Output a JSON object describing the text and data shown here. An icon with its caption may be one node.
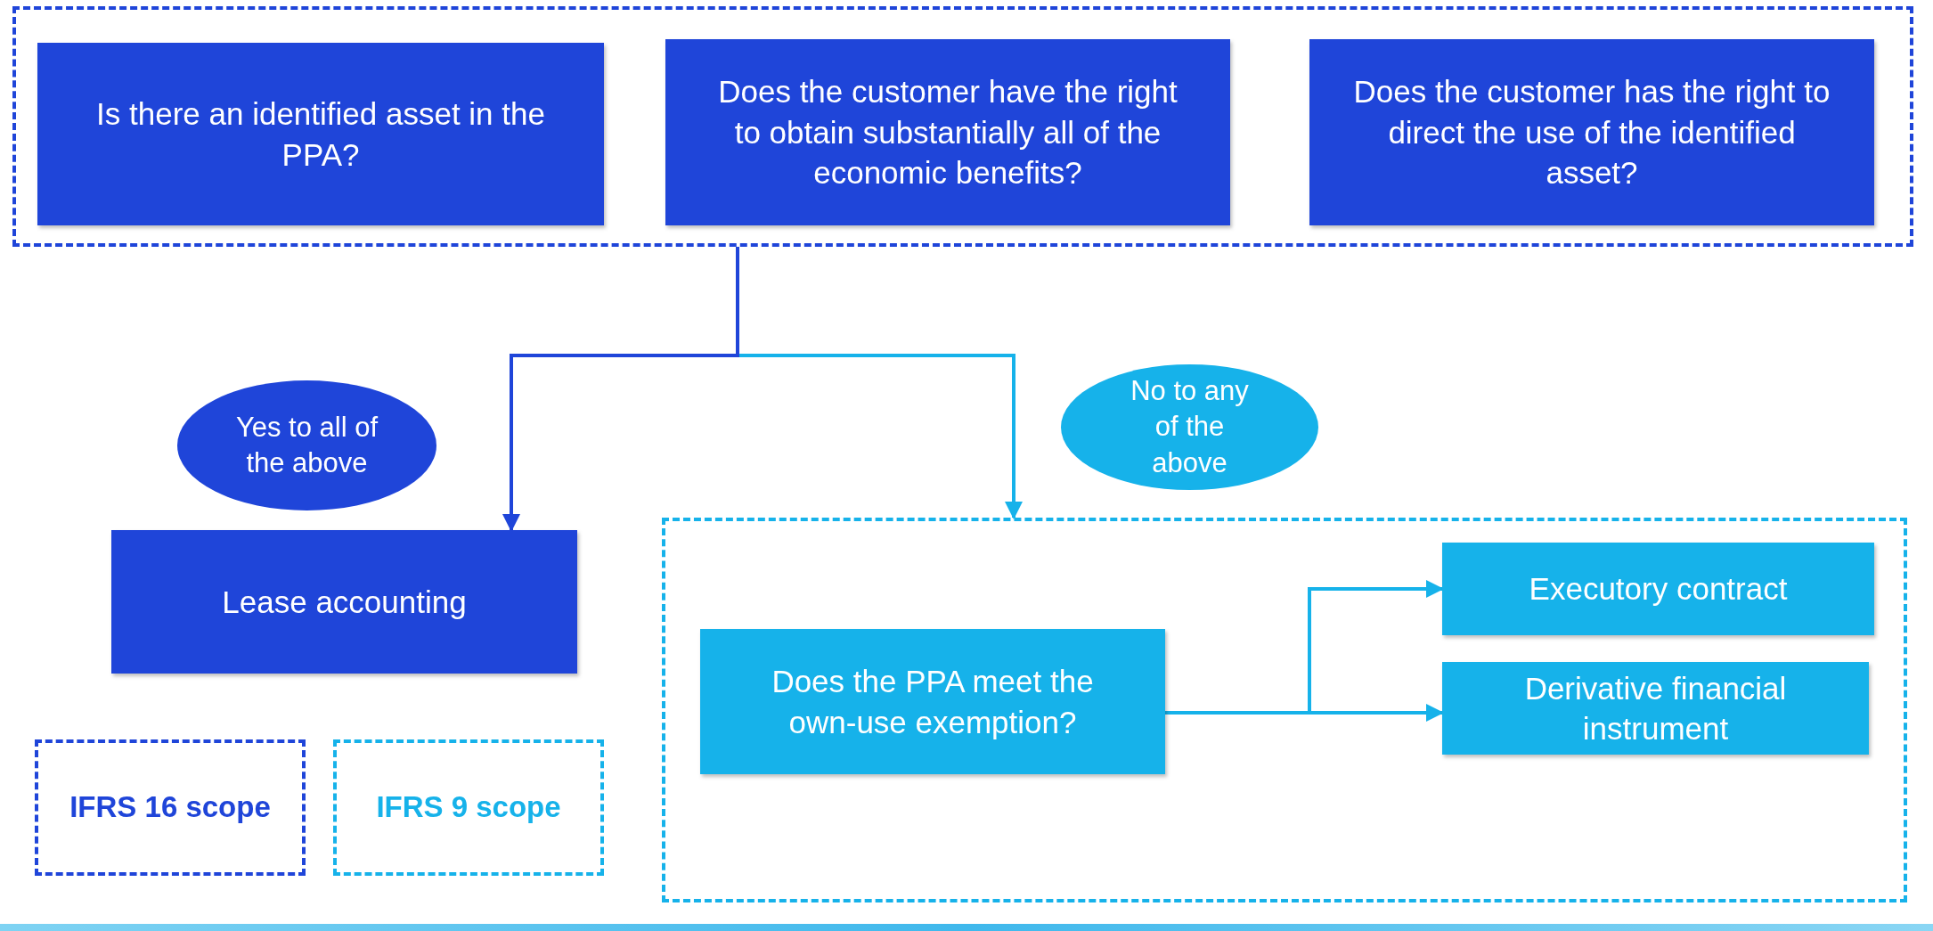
{
  "diagram": {
    "nodes": [
      {
        "text": [],
        "shape": "box"
      },
      {
        "text": [
          "Is there an identified asset in the PPA?"
        ],
        "in": 0
      },
      {
        "text": [
          "Does the customer have the right to obtain substantially all of the economic benefits?"
        ],
        "in": 0
      },
      {
        "text": [
          "Does the customer has the right to direct the use of the identified asset?"
        ],
        "in": 0
      },
      {
        "text": [
          "Yes to all of the above"
        ]
      },
      {
        "text": [
          "No to any of the above"
        ]
      },
      {
        "text": [
          "Lease accounting"
        ]
      },
      {
        "text": [],
        "shape": "box"
      },
      {
        "text": [
          "Does the PPA meet the own-use exemption?"
        ],
        "in": 7
      },
      {
        "text": [
          "Executory contract"
        ],
        "in": 7
      },
      {
        "text": [
          "Derivative financial instrument"
        ],
        "in": 7
      },
      {
        "text": [
          "IFRS 16 scope"
        ]
      },
      {
        "text": [
          "IFRS 9 scope"
        ]
      }
    ],
    "edges": [
      {
        "from": 0,
        "to": 6,
        "arrow": "to",
        "color": "#1f45d9"
      },
      {
        "from": 0,
        "to": 7,
        "arrow": "to"
      },
      {
        "from": 8,
        "to": 9,
        "arrow": "to"
      },
      {
        "from": 8,
        "to": 10,
        "arrow": "to"
      }
    ]
  }
}
